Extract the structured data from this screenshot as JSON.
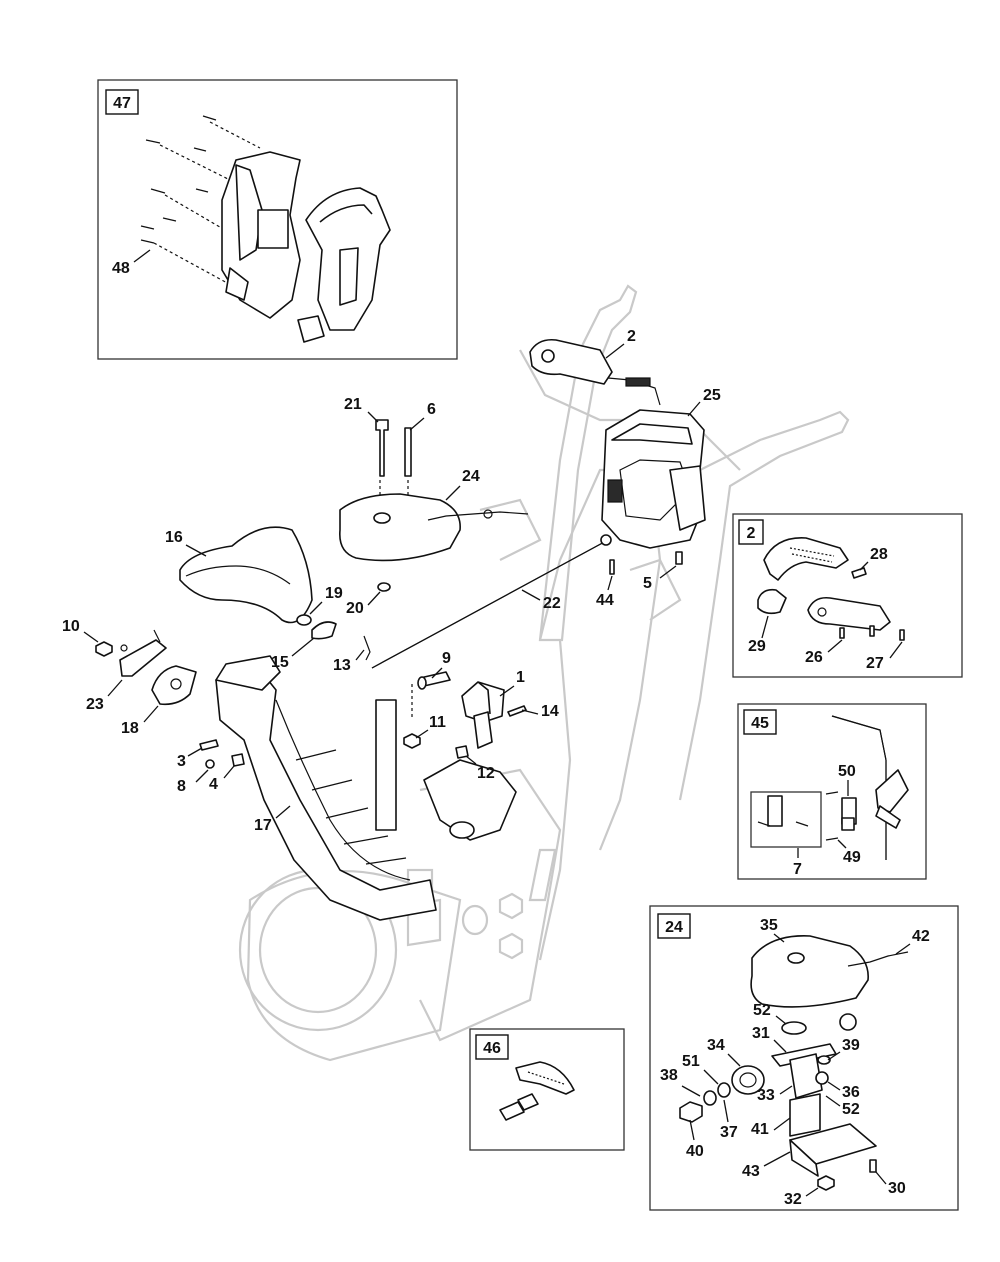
{
  "callouts": [
    "2",
    "25",
    "21",
    "6",
    "24",
    "16",
    "19",
    "20",
    "22",
    "44",
    "5",
    "10",
    "23",
    "15",
    "13",
    "9",
    "1",
    "18",
    "14",
    "11",
    "3",
    "8",
    "4",
    "12",
    "17",
    "48"
  ],
  "insets": {
    "i47": {
      "id": "47",
      "labels": [
        "48"
      ]
    },
    "i2": {
      "id": "2",
      "labels": [
        "28",
        "29",
        "26",
        "27"
      ]
    },
    "i45": {
      "id": "45",
      "labels": [
        "50",
        "7",
        "49"
      ]
    },
    "i46": {
      "id": "46",
      "labels": []
    },
    "i24": {
      "id": "24",
      "labels": [
        "35",
        "42",
        "52",
        "31",
        "34",
        "39",
        "51",
        "38",
        "33",
        "36",
        "37",
        "52",
        "41",
        "40",
        "43",
        "32",
        "30"
      ]
    }
  }
}
